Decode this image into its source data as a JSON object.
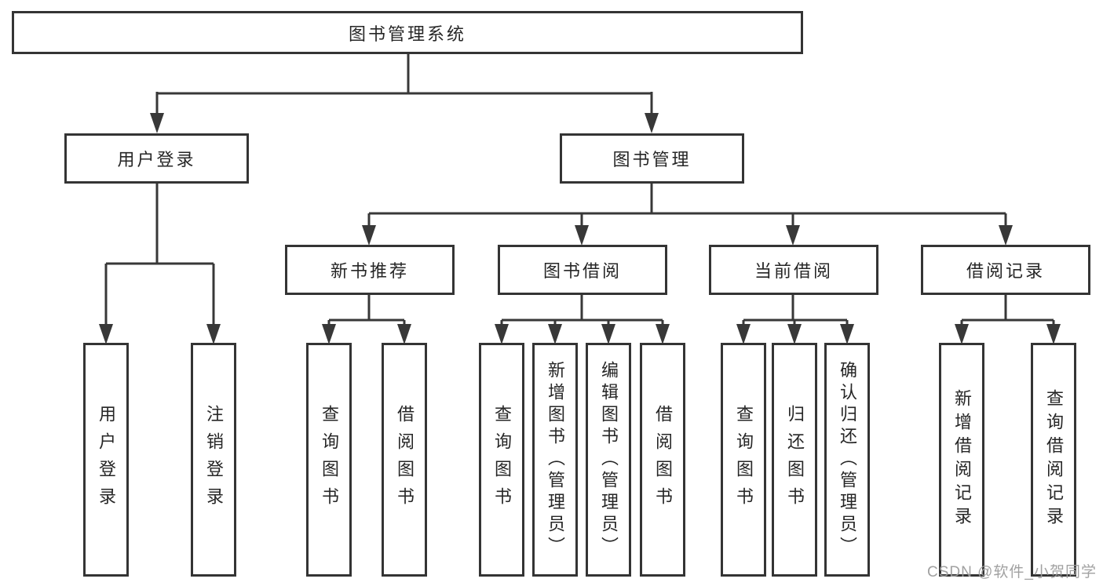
{
  "diagram": {
    "type": "hierarchy-tree",
    "root": {
      "label": "图书管理系统"
    },
    "level2": [
      {
        "label": "用户登录"
      },
      {
        "label": "图书管理"
      }
    ],
    "level3": [
      {
        "label": "新书推荐"
      },
      {
        "label": "图书借阅"
      },
      {
        "label": "当前借阅"
      },
      {
        "label": "借阅记录"
      }
    ],
    "leaves": {
      "user_login": [
        "用户登录",
        "注销登录"
      ],
      "new_books": [
        "查询图书",
        "借阅图书"
      ],
      "book_borrow": [
        "查询图书",
        "新增图书（管理员）",
        "编辑图书（管理员）",
        "借阅图书"
      ],
      "current_borrow": [
        "查询图书",
        "归还图书",
        "确认归还（管理员）"
      ],
      "borrow_records": [
        "新增借阅记录",
        "查询借阅记录"
      ]
    }
  },
  "watermark": "CSDN @软件_小贺同学",
  "colors": {
    "line": "#383838",
    "box_border": "#343434",
    "text": "#262626",
    "watermark_text": "#9c9c9c",
    "background": "#ffffff"
  }
}
